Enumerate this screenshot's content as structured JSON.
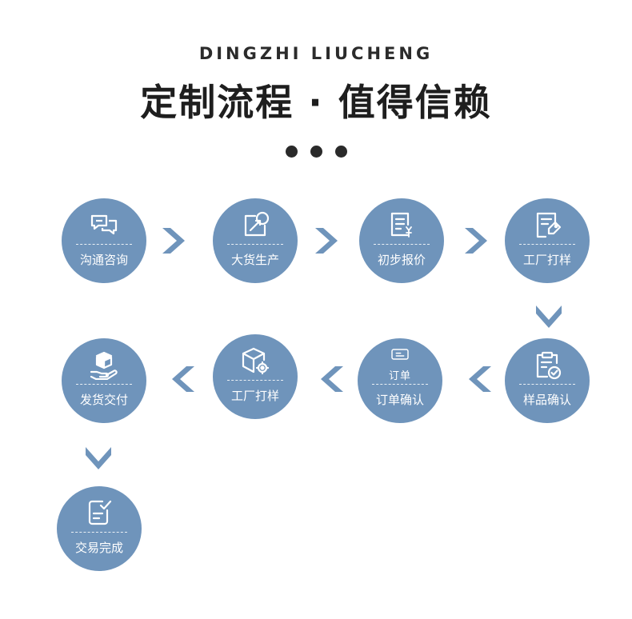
{
  "header": {
    "subtitle": "DINGZHI LIUCHENG",
    "title": "定制流程 · 值得信赖"
  },
  "colors": {
    "circle": "#6f94bb",
    "arrow": "#6f94bb",
    "title": "#1e1e1e"
  },
  "steps": [
    {
      "label": "沟通咨询",
      "icon": "chat-bubbles-icon"
    },
    {
      "label": "大货生产",
      "icon": "production-arrow-icon"
    },
    {
      "label": "初步报价",
      "icon": "price-list-icon"
    },
    {
      "label": "工厂打样",
      "icon": "document-tag-icon"
    },
    {
      "label": "样品确认",
      "icon": "clipboard-check-icon"
    },
    {
      "label": "订单确认",
      "icon": "order-tag-icon",
      "icon_text": "订单"
    },
    {
      "label": "工厂打样",
      "icon": "box-gear-icon"
    },
    {
      "label": "发货交付",
      "icon": "hand-box-icon"
    },
    {
      "label": "交易完成",
      "icon": "checklist-icon"
    }
  ]
}
